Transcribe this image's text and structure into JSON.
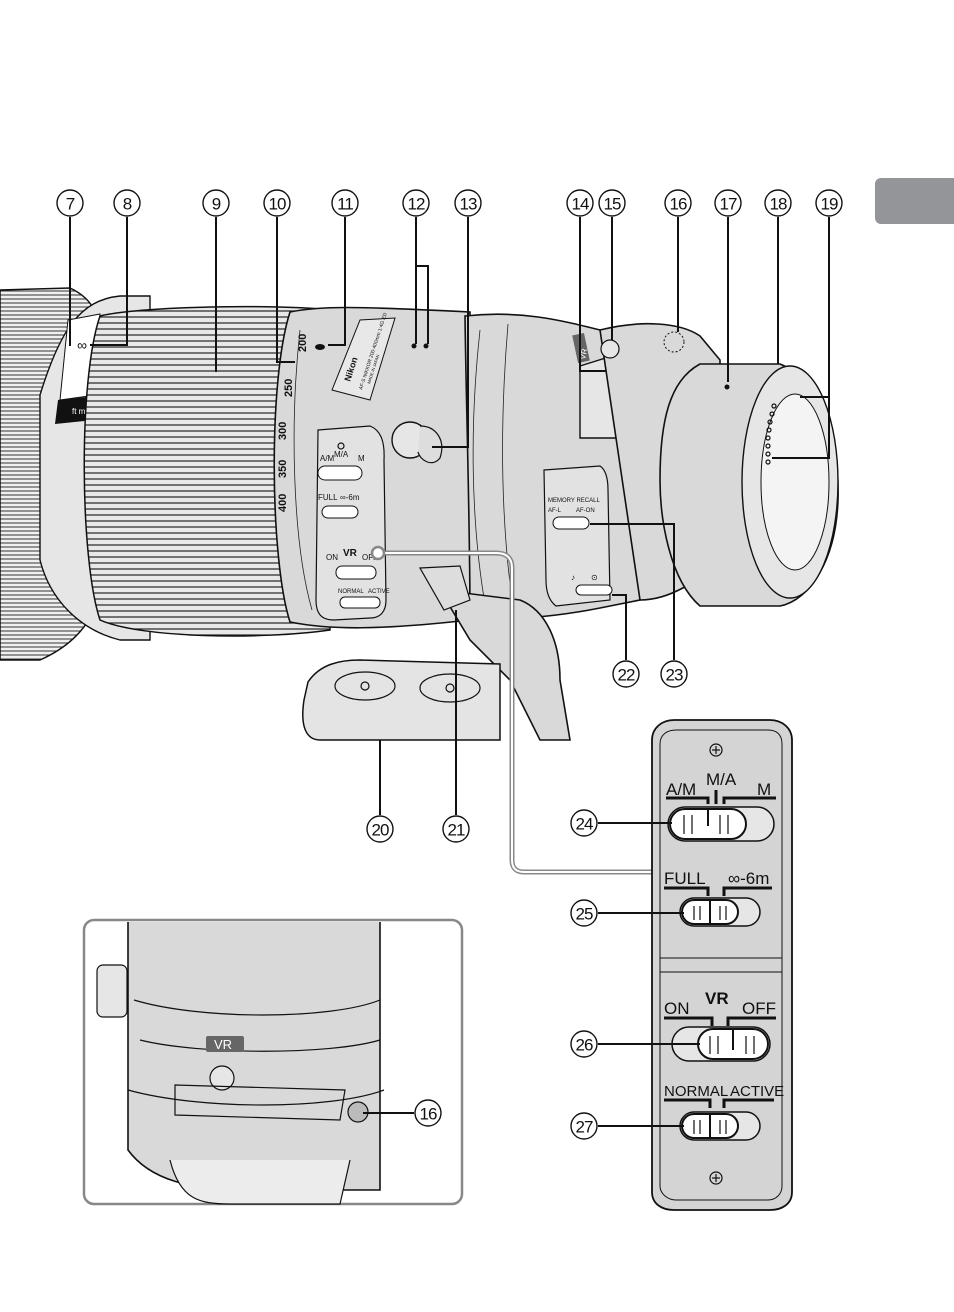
{
  "figure": {
    "subject": "AF-S NIKKOR 200-400mm VR zoom lens — parts diagram",
    "section_tab_color": "#949598"
  },
  "callouts": {
    "c7": "7",
    "c8": "8",
    "c9": "9",
    "c10": "10",
    "c11": "11",
    "c12": "12",
    "c13": "13",
    "c14": "14",
    "c15": "15",
    "c16": "16",
    "c17": "17",
    "c18": "18",
    "c19": "19",
    "c20": "20",
    "c21": "21",
    "c22": "22",
    "c23": "23",
    "c24": "24",
    "c25": "25",
    "c26": "26",
    "c27": "27",
    "c16_inset": "16"
  },
  "lens_markings": {
    "focal_scale": [
      "200",
      "250",
      "300",
      "350",
      "400"
    ],
    "brand": "Nikon",
    "model": "AF-S NIKKOR 200-400mm 1:4G ED",
    "origin": "MADE IN JAPAN",
    "distance_mark": "∞",
    "window_mark": "ft m",
    "vr_badge": "VR"
  },
  "small_switch_panel": {
    "focus_mode": {
      "left": "A/M",
      "center": "M/A",
      "right": "M"
    },
    "focus_limit": {
      "left": "FULL",
      "right": "∞-6m"
    },
    "vr": {
      "title": "VR",
      "left": "ON",
      "right": "OFF"
    },
    "vr_mode": {
      "left": "NORMAL",
      "right": "ACTIVE"
    }
  },
  "memory_panel": {
    "title": "MEMORY RECALL",
    "left": "AF-L",
    "right": "AF-ON",
    "bottom_left": "♪",
    "bottom_right": "⊙"
  },
  "enlarged_panel": {
    "focus_mode": {
      "left": "A/M",
      "center": "M/A",
      "right": "M"
    },
    "focus_limit": {
      "left": "FULL",
      "right": "∞-6m"
    },
    "vr": {
      "title": "VR",
      "left": "ON",
      "right": "OFF"
    },
    "vr_mode": {
      "left": "NORMAL",
      "right": "ACTIVE"
    }
  },
  "inset": {
    "vr_badge": "VR"
  }
}
